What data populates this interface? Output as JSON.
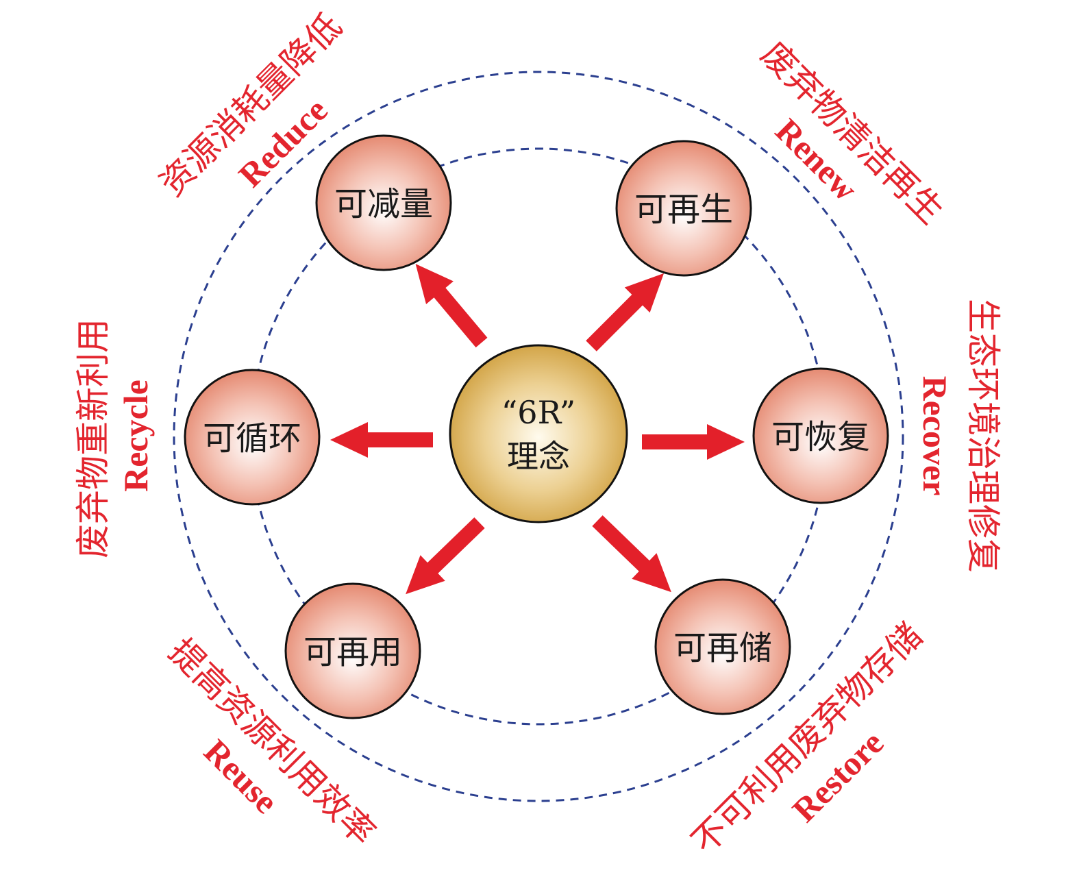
{
  "center": {
    "line1": "“6R”",
    "line2": "理念"
  },
  "nodes": {
    "reduce": "可减量",
    "renew": "可再生",
    "recycle": "可循环",
    "recover": "可恢复",
    "reuse": "可再用",
    "restore": "可再储"
  },
  "labels": {
    "reduce": {
      "cn": "资源消耗量降低",
      "en": "Reduce"
    },
    "renew": {
      "cn": "废弃物清洁再生",
      "en": "Renew"
    },
    "recycle": {
      "cn": "废弃物重新利用",
      "en": "Recycle"
    },
    "recover": {
      "cn": "生态环境治理修复",
      "en": "Recover"
    },
    "reuse": {
      "cn": "提高资源利用效率",
      "en": "Reuse"
    },
    "restore": {
      "cn": "不可利用废弃物存储",
      "en": "Restore"
    }
  },
  "colors": {
    "label": "#e3252e",
    "arrow": "#e3202a",
    "dash": "#2b3f8f"
  }
}
